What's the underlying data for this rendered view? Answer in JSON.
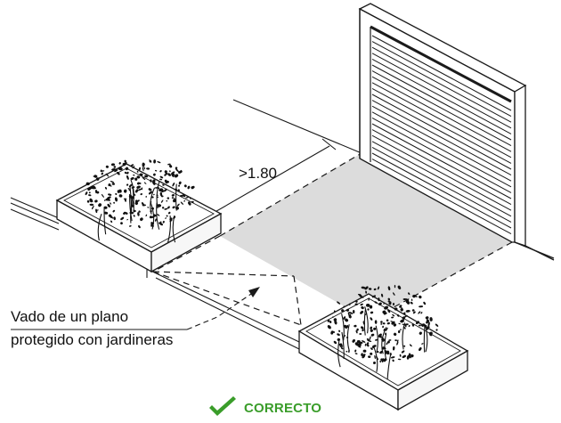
{
  "diagram": {
    "dimension_label": ">1.80",
    "annotation": {
      "line1": "Vado de un plano",
      "line2": "protegido con jardineras"
    },
    "verdict": {
      "label": "CORRECTO",
      "icon": "check-icon",
      "color": "#3a9d2a"
    },
    "colors": {
      "paving_fill": "#dcdcdc",
      "planter_fill": "#ffffff",
      "line": "#1a1a1a"
    }
  }
}
